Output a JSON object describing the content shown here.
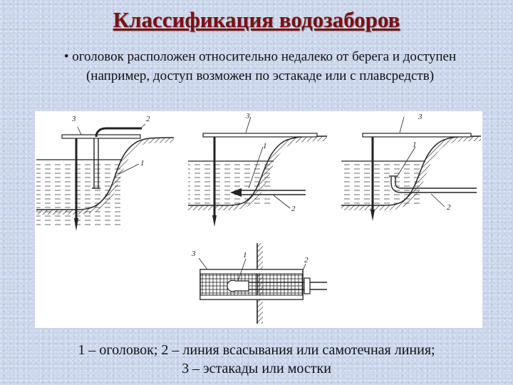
{
  "title": "Классификация водозаборов",
  "bullet": "• оголовок расположен относительно недалеко от берега и доступен (например, доступ возможен по эстакаде или с плавсредств)",
  "figure": {
    "panel_a": {
      "l1": "1",
      "l2": "2",
      "l3": "3"
    },
    "panel_b": {
      "l1": "1",
      "l2": "2",
      "l3": "3"
    },
    "panel_c": {
      "l1": "1",
      "l2": "2",
      "l3": "3"
    },
    "panel_d": {
      "l1": "1",
      "l2": "2",
      "l3": "3"
    }
  },
  "caption": {
    "line1": "1 – оголовок; 2 – линия всасывания или самотечная линия;",
    "line2": "3 – эстакады или мостки"
  }
}
